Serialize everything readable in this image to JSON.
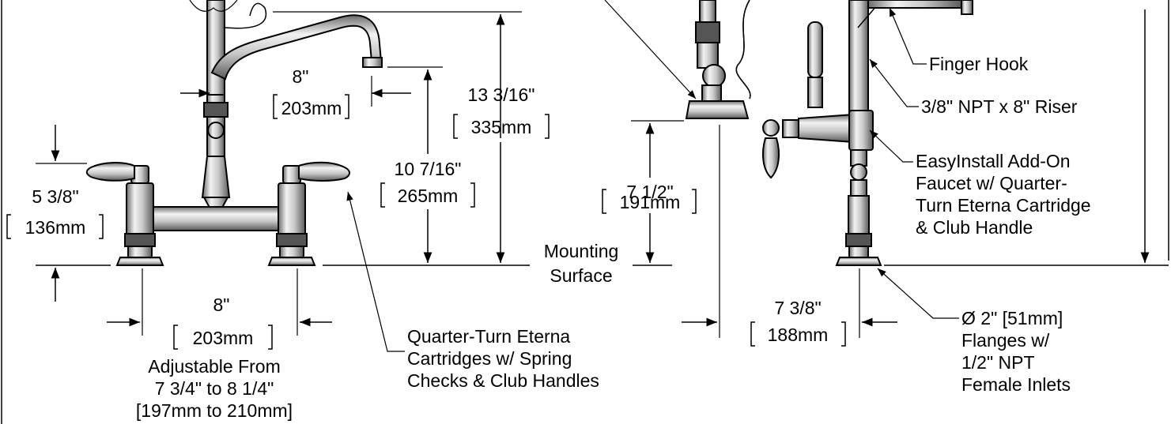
{
  "dimensions": {
    "spout_reach": {
      "imperial": "8\"",
      "metric": "203mm"
    },
    "overall_height": {
      "imperial": "13 3/16\"",
      "metric": "335mm"
    },
    "spout_height": {
      "imperial": "10 7/16\"",
      "metric": "265mm"
    },
    "handle_height": {
      "imperial": "5 3/8\"",
      "metric": "136mm"
    },
    "centers": {
      "imperial": "8\"",
      "metric": "203mm"
    },
    "centers_adjust": [
      "Adjustable From",
      "7 3/4\" to 8 1/4\"",
      "[197mm to 210mm]"
    ],
    "spray_height": {
      "imperial": "7 1/2\"",
      "metric": "191mm"
    },
    "riser_offset": {
      "imperial": "7 3/8\"",
      "metric": "188mm"
    }
  },
  "callouts": {
    "mounting_surface": [
      "Mounting",
      "Surface"
    ],
    "cartridges": [
      "Quarter-Turn Eterna",
      "Cartridges w/ Spring",
      "Checks & Club Handles"
    ],
    "finger_hook": "Finger Hook",
    "riser": "3/8\" NPT x 8\" Riser",
    "add_on_faucet": [
      "EasyInstall Add-On",
      "Faucet w/ Quarter-",
      "Turn Eterna Cartridge",
      "& Club Handle"
    ],
    "flanges": [
      "Ø 2\" [51mm]",
      "Flanges w/",
      "1/2\" NPT",
      "Female Inlets"
    ]
  }
}
